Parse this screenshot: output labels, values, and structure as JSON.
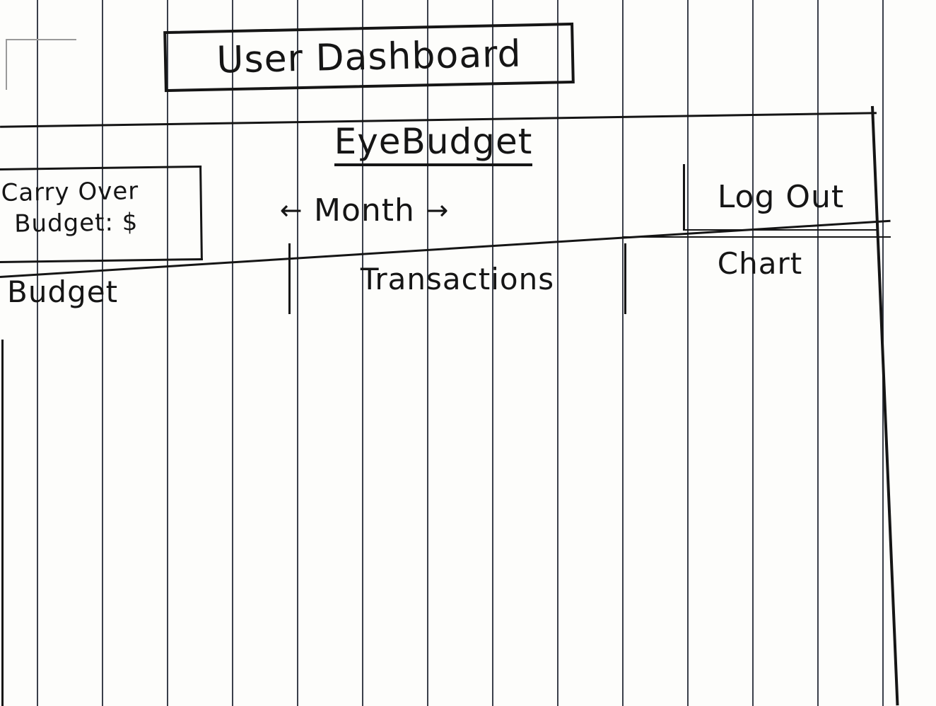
{
  "page": {
    "title": "User Dashboard"
  },
  "header": {
    "brand": "EyeBudget",
    "carry_over_line1": "Carry Over",
    "carry_over_line2": "Budget: $",
    "month_prev_icon": "left-arrow",
    "month_label": "Month",
    "month_next_icon": "right-arrow",
    "month_prev_glyph": "←",
    "month_next_glyph": "→",
    "logout_label": "Log Out"
  },
  "tabs": [
    {
      "label": "Budget"
    },
    {
      "label": "Transactions"
    },
    {
      "label": "Chart"
    }
  ],
  "colors": {
    "ink": "#151515",
    "paper": "#fdfdfb",
    "ruled_line": "#3a3f4a"
  }
}
